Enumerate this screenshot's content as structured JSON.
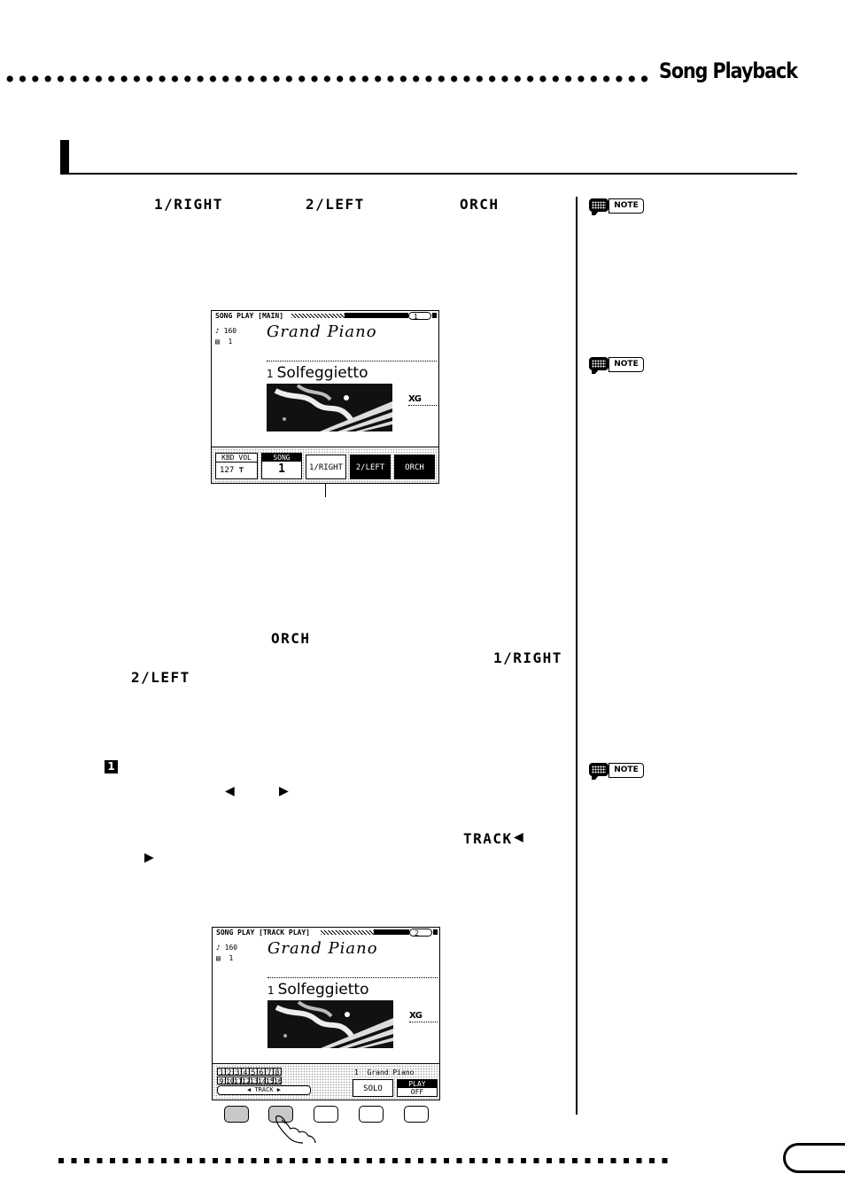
{
  "running_head": "Song Playback",
  "labels": {
    "right": "1/RIGHT",
    "left": "2/LEFT",
    "orch": "ORCH",
    "orch2": "ORCH",
    "right2": "1/RIGHT",
    "left2": "2/LEFT",
    "step_number": "1",
    "track_label": "TRACK",
    "arrow_left": "◀",
    "arrow_right": "▶",
    "arrow_left2": "◀",
    "arrow_right2": "▶"
  },
  "notes": [
    {
      "label": "NOTE"
    },
    {
      "label": "NOTE"
    },
    {
      "label": "NOTE"
    }
  ],
  "lcd_main": {
    "header": "SONG PLAY [MAIN]",
    "page": "1",
    "tempo": "160",
    "measure": "1",
    "voice": "Grand Piano",
    "song_number": "1",
    "song_name": "Solfeggietto",
    "xg": "XG",
    "kbd_vol_label": "KBD VOL",
    "kbd_vol_value": "127",
    "song_label": "SONG",
    "song_value": "1",
    "btn_right": "1/RIGHT",
    "btn_left": "2/LEFT",
    "btn_orch": "ORCH"
  },
  "lcd_track": {
    "header": "SONG PLAY [TRACK PLAY]",
    "page": "2",
    "tempo": "160",
    "measure": "1",
    "voice": "Grand Piano",
    "song_number": "1",
    "song_name": "Solfeggietto",
    "xg": "XG",
    "tracks_row1": [
      "1",
      "2",
      "3",
      "4",
      "5",
      "6",
      "7",
      "8"
    ],
    "tracks_row2": [
      "9",
      "10",
      "11",
      "12",
      "13",
      "14",
      "15",
      "16"
    ],
    "track_nav": "◀  TRACK  ▶",
    "track_voice_num": "1",
    "track_voice": "Grand Piano",
    "solo": "SOLO",
    "play": "PLAY",
    "off": "OFF"
  }
}
